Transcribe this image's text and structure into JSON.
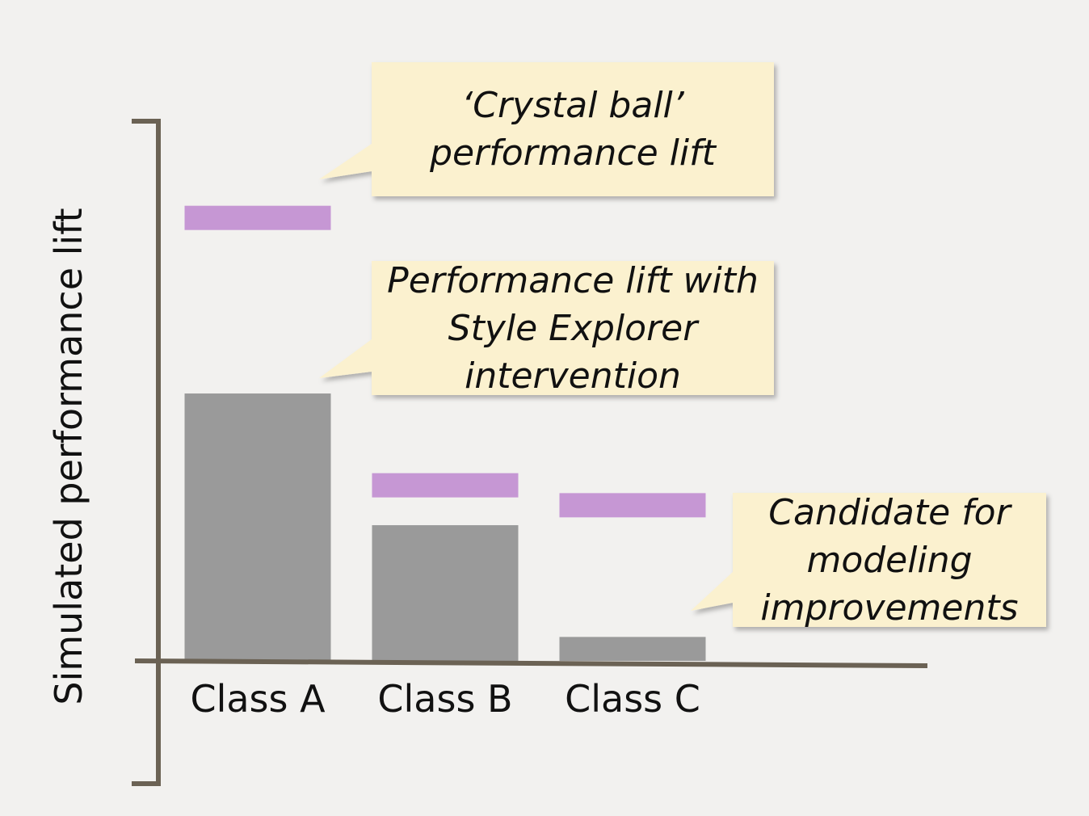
{
  "chart_data": {
    "type": "bar",
    "categories": [
      "Class A",
      "Class B",
      "Class C"
    ],
    "series": [
      {
        "kind": "bar",
        "values": [
          67,
          34,
          6
        ],
        "color": "#9a9a9a"
      },
      {
        "kind": "marker",
        "values": [
          111,
          44,
          39
        ],
        "color": "#c697d4"
      }
    ],
    "ylabel": "Simulated performance lift",
    "xlabel": "",
    "ylim": [
      -31,
      135
    ],
    "ticks_shown": false,
    "annotations": [
      {
        "text": "‘Crystal ball’\nperformance lift",
        "points_to": "crystal ball marker (Class A)"
      },
      {
        "text": "Performance lift with\nStyle Explorer\nintervention",
        "points_to": "Class A bar"
      },
      {
        "text": "Candidate for\nmodeling\nimprovements",
        "points_to": "Class C"
      }
    ]
  },
  "colors": {
    "background": "#f2f1ef",
    "axis": "#6b6254",
    "bar": "#9a9a9a",
    "marker": "#c697d4",
    "callout_fill": "#fbf1cf"
  }
}
